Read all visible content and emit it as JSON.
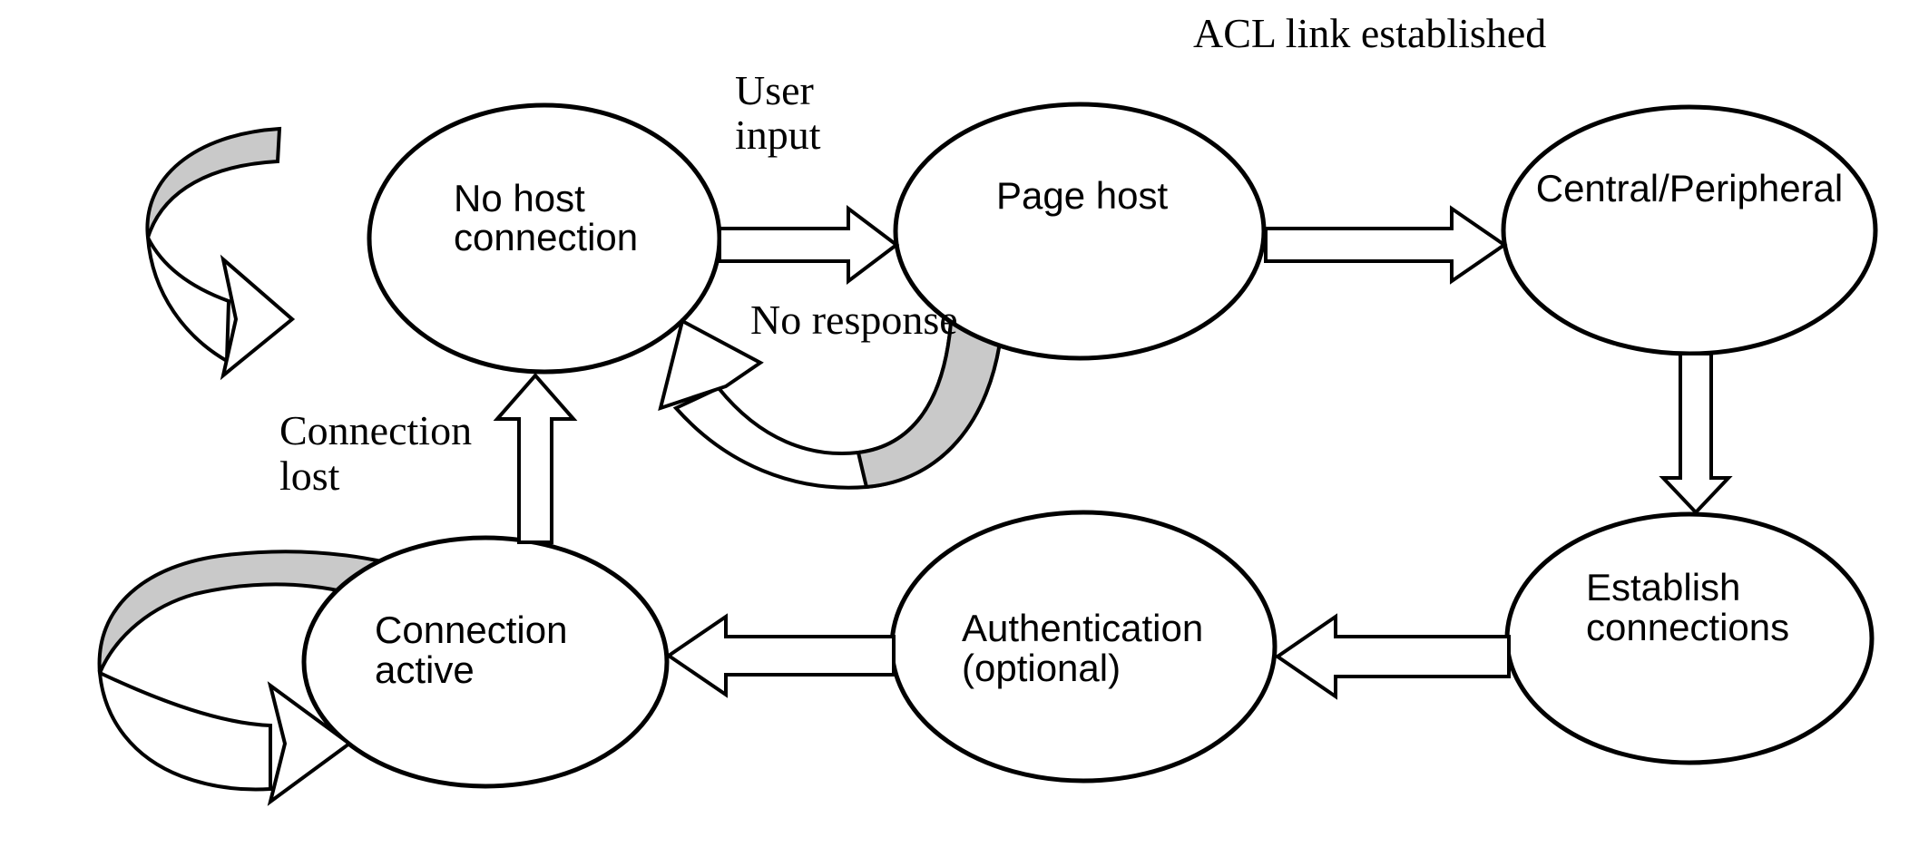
{
  "diagram": {
    "type": "state-diagram",
    "colors": {
      "background": "#ffffff",
      "stroke": "#000000",
      "loop_shade": "#c9c9c9",
      "text": "#000000"
    },
    "nodes": [
      {
        "id": "no-host-connection",
        "lines": [
          "No host",
          "connection"
        ]
      },
      {
        "id": "page-host",
        "lines": [
          "Page host"
        ]
      },
      {
        "id": "central-peripheral",
        "lines": [
          "Central/Peripheral"
        ]
      },
      {
        "id": "establish-connections",
        "lines": [
          "Establish",
          "connections"
        ]
      },
      {
        "id": "authentication-optional",
        "lines": [
          "Authentication",
          "(optional)"
        ]
      },
      {
        "id": "connection-active",
        "lines": [
          "Connection",
          "active"
        ]
      }
    ],
    "labels": {
      "acl_link_established": "ACL link established",
      "user_input": [
        "User",
        "input"
      ],
      "no_response": "No response",
      "connection_lost": [
        "Connection",
        "lost"
      ]
    },
    "edges": [
      {
        "from": "no-host-connection",
        "to": "page-host",
        "label": "User input",
        "type": "straight-right"
      },
      {
        "from": "page-host",
        "to": "central-peripheral",
        "label": "ACL link established",
        "type": "straight-right"
      },
      {
        "from": "central-peripheral",
        "to": "establish-connections",
        "label": "",
        "type": "straight-down"
      },
      {
        "from": "establish-connections",
        "to": "authentication-optional",
        "label": "",
        "type": "straight-left"
      },
      {
        "from": "authentication-optional",
        "to": "connection-active",
        "label": "",
        "type": "straight-left"
      },
      {
        "from": "connection-active",
        "to": "no-host-connection",
        "label": "Connection lost",
        "type": "straight-up"
      },
      {
        "from": "page-host",
        "to": "no-host-connection",
        "label": "No response",
        "type": "curved"
      },
      {
        "from": "no-host-connection",
        "to": "no-host-connection",
        "label": "",
        "type": "self-loop"
      },
      {
        "from": "connection-active",
        "to": "connection-active",
        "label": "",
        "type": "self-loop"
      }
    ]
  }
}
